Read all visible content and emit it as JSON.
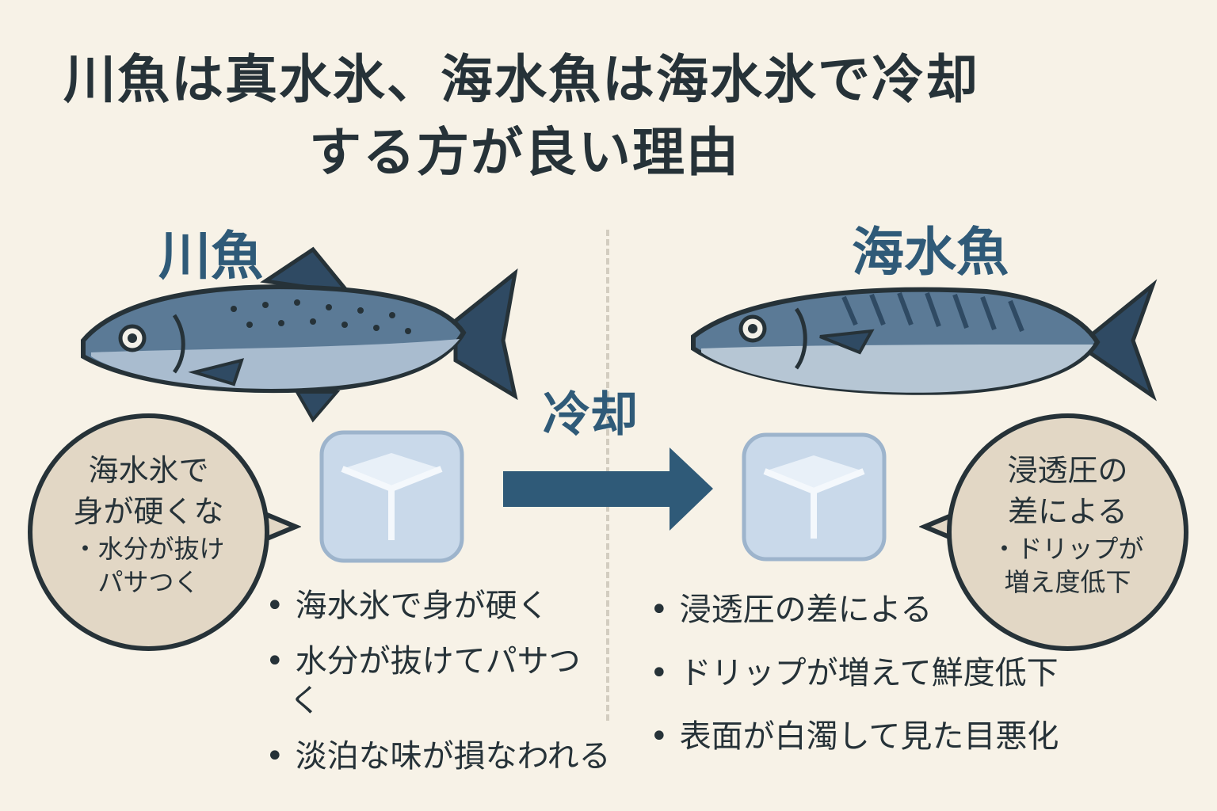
{
  "title": {
    "line1": "川魚は真水氷、海水魚は海水氷で冷却",
    "line2": "する方が良い理由"
  },
  "river": {
    "label": "川魚",
    "bubble": {
      "line1": "海水氷で",
      "line2": "身が硬くな",
      "line3": "・水分が抜け",
      "line4": "パサつく"
    },
    "bullets": [
      "海水氷で身が硬く",
      "水分が抜けてパサつく",
      "淡泊な味が損なわれる"
    ]
  },
  "center": {
    "label": "冷却",
    "arrow_icon": "arrow-right-icon"
  },
  "sea": {
    "label": "海水魚",
    "bubble": {
      "line1": "浸透圧の",
      "line2": "差による",
      "line3": "・ドリップが",
      "line4": "増え度低下"
    },
    "bullets": [
      "浸透圧の差による",
      "ドリップが増えて鮮度低下",
      "表面が白濁して見た目悪化"
    ]
  },
  "colors": {
    "background": "#f7f2e7",
    "accent": "#2f5a78",
    "text": "#263238",
    "bubble": "#e2d7c5",
    "ice": "#c9d9ea"
  },
  "bullet_mark": "•"
}
